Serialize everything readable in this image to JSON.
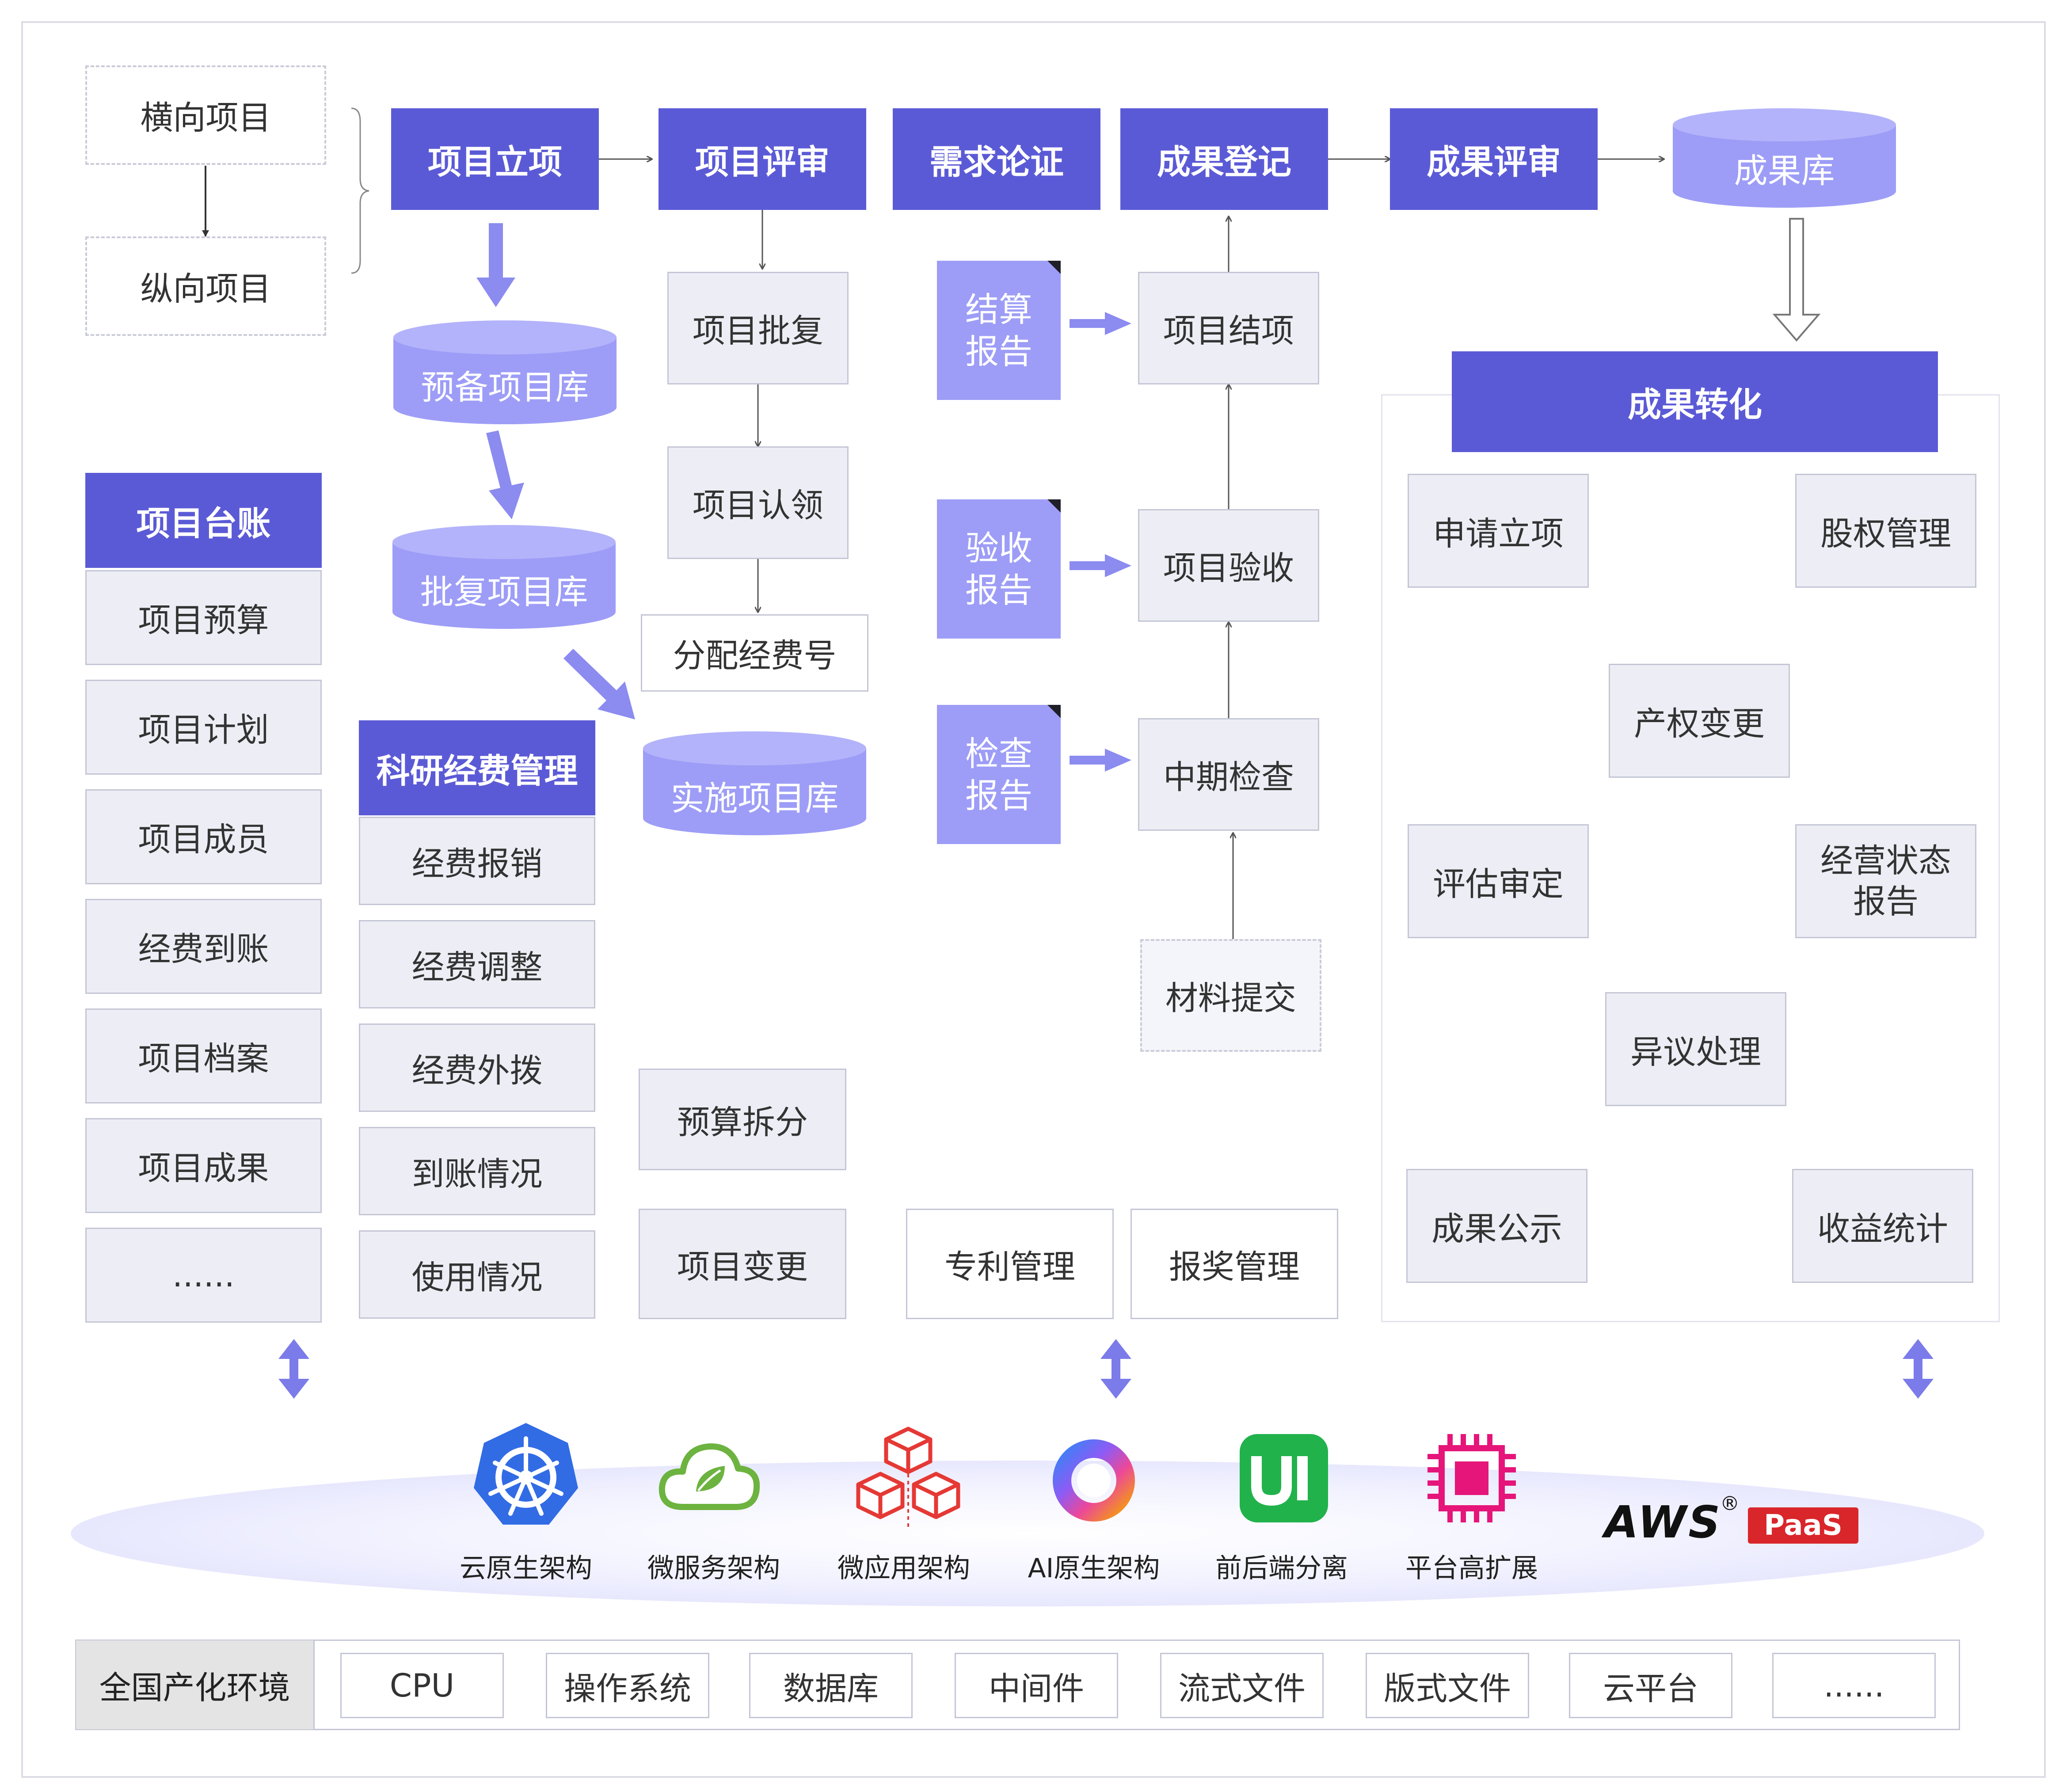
{
  "left_types": {
    "horizontal": "横向项目",
    "vertical": "纵向项目"
  },
  "flow": {
    "project_setup": "项目立项",
    "project_review": "项目评审",
    "demand_argument": "需求论证",
    "result_register": "成果登记",
    "result_review": "成果评审",
    "result_library": "成果库"
  },
  "libraries": {
    "reserve": "预备项目库",
    "approved": "批复项目库",
    "implement": "实施项目库"
  },
  "review_steps": {
    "approval": "项目批复",
    "claim": "项目认领",
    "assign_fee": "分配经费号"
  },
  "reports": {
    "settlement": "结算\n报告",
    "acceptance": "验收\n报告",
    "inspection": "检查\n报告"
  },
  "register_steps": {
    "closing": "项目结项",
    "acceptance": "项目验收",
    "midterm": "中期检查",
    "materials": "材料提交"
  },
  "ledger": {
    "title": "项目台账",
    "items": [
      "项目预算",
      "项目计划",
      "项目成员",
      "经费到账",
      "项目档案",
      "项目成果",
      "......"
    ]
  },
  "fund": {
    "title": "科研经费管理",
    "items": [
      "经费报销",
      "经费调整",
      "经费外拨",
      "到账情况",
      "使用情况"
    ]
  },
  "misc": {
    "budget_split": "预算拆分",
    "project_change": "项目变更",
    "patent": "专利管理",
    "award": "报奖管理"
  },
  "transform": {
    "title": "成果转化",
    "apply": "申请立项",
    "equity": "股权管理",
    "property_change": "产权变更",
    "evaluate": "评估审定",
    "operation_report": "经营状态\n报告",
    "objection": "异议处理",
    "publicity": "成果公示",
    "revenue": "收益统计"
  },
  "tech": {
    "items": [
      {
        "label": "云原生架构",
        "icon": "kubernetes-icon",
        "color": "#326ce5"
      },
      {
        "label": "微服务架构",
        "icon": "spring-cloud-icon",
        "color": "#6db33f"
      },
      {
        "label": "微应用架构",
        "icon": "cubes-icon",
        "color": "#e53935"
      },
      {
        "label": "AI原生架构",
        "icon": "ai-ring-icon",
        "color": "#8a5cf6"
      },
      {
        "label": "前后端分离",
        "icon": "ui-icon",
        "color": "#22b24c"
      },
      {
        "label": "平台高扩展",
        "icon": "chip-icon",
        "color": "#e5157a"
      }
    ],
    "brand_main": "AWS",
    "brand_reg": "®",
    "brand_tag": "PaaS"
  },
  "env": {
    "title": "全国产化环境",
    "items": [
      "CPU",
      "操作系统",
      "数据库",
      "中间件",
      "流式文件",
      "版式文件",
      "云平台",
      "......"
    ]
  },
  "colors": {
    "primary": "#5b5ad6",
    "light_primary": "#9d9df7",
    "box_bg": "#edeef5",
    "border": "#c4c6d6"
  }
}
